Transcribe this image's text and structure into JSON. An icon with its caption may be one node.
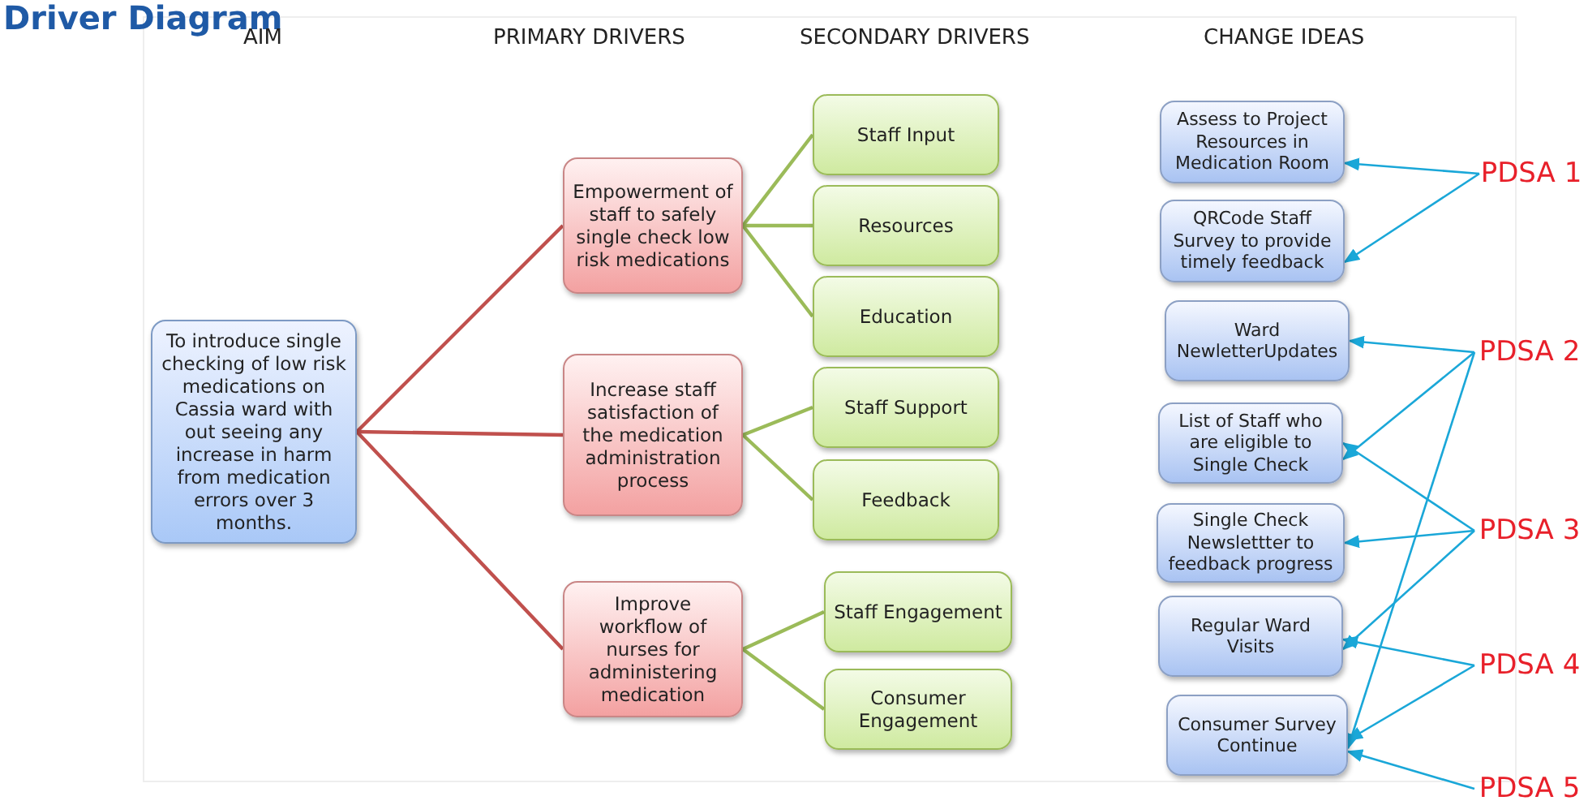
{
  "diagram": {
    "title": "Driver Diagram",
    "nodes": [
      {
        "text": [
          "To introduce single checking of low risk medications on Cassia ward with out seeing any increase in harm from medication errors over 3 months."
        ]
      },
      {
        "text": [
          "Empowerment of staff to safely single check low risk medications"
        ]
      },
      {
        "text": [
          "Increase staff satisfaction of the medication administration process"
        ]
      },
      {
        "text": [
          "Improve workflow of nurses for administering medication"
        ]
      },
      {
        "text": [
          "Staff Input"
        ]
      },
      {
        "text": [
          "Resources"
        ]
      },
      {
        "text": [
          "Education"
        ]
      },
      {
        "text": [
          "Staff Support"
        ]
      },
      {
        "text": [
          "Feedback"
        ]
      },
      {
        "text": [
          "Staff Engagement"
        ]
      },
      {
        "text": [
          "Consumer Engagement"
        ]
      },
      {
        "text": [
          "Assess to Project Resources in Medication Room"
        ]
      },
      {
        "text": [
          "QRCode Staff Survey to provide timely feedback"
        ]
      },
      {
        "text": [
          "Ward NewletterUpdates"
        ]
      },
      {
        "text": [
          "List of Staff who are eligible to Single Check"
        ]
      },
      {
        "text": [
          "Single Check Newslettter to feedback progress"
        ]
      },
      {
        "text": [
          "Regular Ward Visits"
        ]
      },
      {
        "text": [
          "Consumer Survey Continue"
        ]
      },
      {
        "text": [
          "PDSA 1"
        ]
      },
      {
        "text": [
          "PDSA 2"
        ]
      },
      {
        "text": [
          "PDSA 3"
        ]
      },
      {
        "text": [
          "PDSA 4"
        ]
      },
      {
        "text": [
          "PDSA 5"
        ]
      }
    ],
    "edges": [
      {
        "from": 0,
        "to": 1,
        "arrow": "none",
        "color": "#c0504d"
      },
      {
        "from": 0,
        "to": 2,
        "arrow": "none",
        "color": "#c0504d"
      },
      {
        "from": 0,
        "to": 3,
        "arrow": "none",
        "color": "#c0504d"
      },
      {
        "from": 1,
        "to": 4,
        "arrow": "none",
        "color": "#9bbb59"
      },
      {
        "from": 1,
        "to": 5,
        "arrow": "none",
        "color": "#9bbb59"
      },
      {
        "from": 1,
        "to": 6,
        "arrow": "none",
        "color": "#9bbb59"
      },
      {
        "from": 2,
        "to": 7,
        "arrow": "none",
        "color": "#9bbb59"
      },
      {
        "from": 2,
        "to": 8,
        "arrow": "none",
        "color": "#9bbb59"
      },
      {
        "from": 3,
        "to": 9,
        "arrow": "none",
        "color": "#9bbb59"
      },
      {
        "from": 3,
        "to": 10,
        "arrow": "none",
        "color": "#9bbb59"
      },
      {
        "from": 18,
        "to": 11,
        "arrow": "to",
        "color": "#1aa7d8"
      },
      {
        "from": 18,
        "to": 12,
        "arrow": "to",
        "color": "#1aa7d8"
      },
      {
        "from": 19,
        "to": 13,
        "arrow": "to",
        "color": "#1aa7d8"
      },
      {
        "from": 19,
        "to": 14,
        "arrow": "to",
        "color": "#1aa7d8"
      },
      {
        "from": 19,
        "to": 17,
        "arrow": "to",
        "color": "#1aa7d8"
      },
      {
        "from": 20,
        "to": 14,
        "arrow": "to",
        "color": "#1aa7d8"
      },
      {
        "from": 20,
        "to": 15,
        "arrow": "to",
        "color": "#1aa7d8"
      },
      {
        "from": 20,
        "to": 16,
        "arrow": "to",
        "color": "#1aa7d8"
      },
      {
        "from": 21,
        "to": 16,
        "arrow": "to",
        "color": "#1aa7d8"
      },
      {
        "from": 21,
        "to": 17,
        "arrow": "to",
        "color": "#1aa7d8"
      },
      {
        "from": 22,
        "to": 17,
        "arrow": "to",
        "color": "#1aa7d8"
      }
    ],
    "labels": [
      "AIM",
      "PRIMARY DRIVERS",
      "SECONDARY DRIVERS",
      "CHANGE IDEAS"
    ]
  }
}
